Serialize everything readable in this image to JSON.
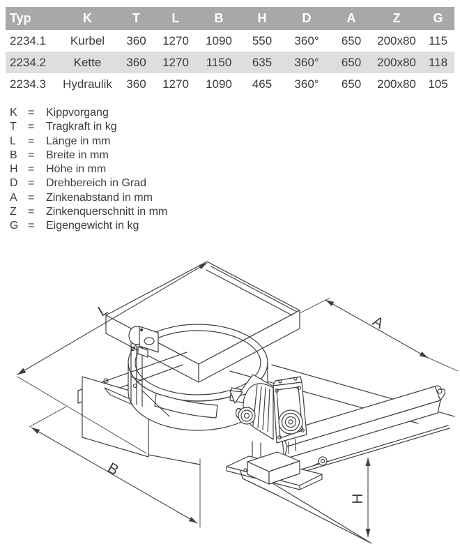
{
  "table": {
    "headers": [
      "Typ",
      "K",
      "T",
      "L",
      "B",
      "H",
      "D",
      "A",
      "Z",
      "G"
    ],
    "rows": [
      {
        "cells": [
          "2234.1",
          "Kurbel",
          "360",
          "1270",
          "1090",
          "550",
          "360°",
          "650",
          "200x80",
          "115"
        ]
      },
      {
        "cells": [
          "2234.2",
          "Kette",
          "360",
          "1270",
          "1150",
          "635",
          "360°",
          "650",
          "200x80",
          "118"
        ]
      },
      {
        "cells": [
          "2234.3",
          "Hydraulik",
          "360",
          "1270",
          "1090",
          "465",
          "360°",
          "650",
          "200x80",
          "105"
        ]
      }
    ]
  },
  "legend": {
    "items": [
      {
        "letter": "K",
        "eq": "=",
        "text": "Kippvorgang"
      },
      {
        "letter": "T",
        "eq": "=",
        "text": "Tragkraft in kg"
      },
      {
        "letter": "L",
        "eq": "=",
        "text": "Länge in mm"
      },
      {
        "letter": "B",
        "eq": "=",
        "text": "Breite in mm"
      },
      {
        "letter": "H",
        "eq": "=",
        "text": "Höhe in mm"
      },
      {
        "letter": "D",
        "eq": "=",
        "text": "Drehbereich in Grad"
      },
      {
        "letter": "A",
        "eq": "=",
        "text": "Zinkenabstand in mm"
      },
      {
        "letter": "Z",
        "eq": "=",
        "text": "Zinkenquerschnitt in mm"
      },
      {
        "letter": "G",
        "eq": "=",
        "text": "Eigengewicht in kg"
      }
    ]
  },
  "drawing": {
    "dims": {
      "l": "L",
      "a": "A",
      "b": "B",
      "h": "H"
    }
  },
  "colors": {
    "header_bg": "#a8a8a8",
    "row_alt_bg": "#dedede",
    "line": "#3f3f3f",
    "text": "#3b3b3b"
  }
}
